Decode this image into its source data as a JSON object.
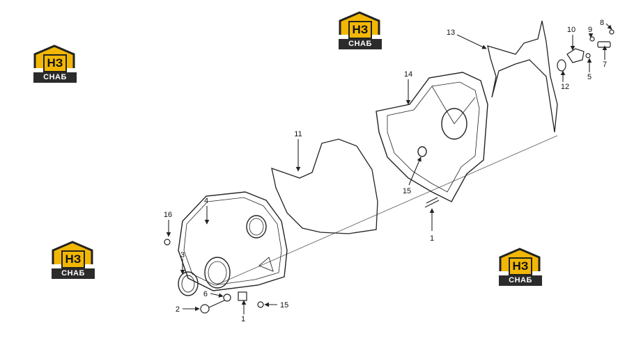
{
  "logos": [
    {
      "mark": "НЗ",
      "caption": "СНАБ"
    },
    {
      "mark": "НЗ",
      "caption": "СНАБ"
    },
    {
      "mark": "НЗ",
      "caption": "СНАБ"
    },
    {
      "mark": "НЗ",
      "caption": "СНАБ"
    }
  ],
  "colors": {
    "line": "#222222",
    "logo_yellow": "#f2b705",
    "logo_dark": "#2b2b2b"
  },
  "callouts": {
    "c1a": "1",
    "c1b": "1",
    "c2": "2",
    "c3": "3",
    "c4": "4",
    "c5": "5",
    "c6": "6",
    "c7": "7",
    "c8": "8",
    "c9": "9",
    "c10": "10",
    "c11": "11",
    "c12": "12",
    "c13": "13",
    "c14": "14",
    "c15a": "15",
    "c15b": "15",
    "c16": "16"
  }
}
